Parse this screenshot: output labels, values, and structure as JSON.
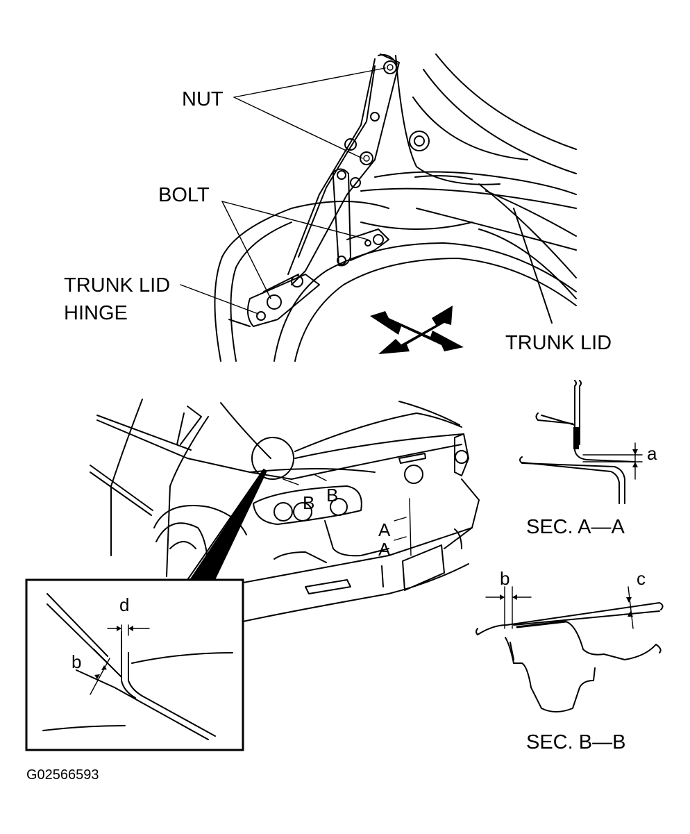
{
  "labels": {
    "nut": "NUT",
    "bolt": "BOLT",
    "trunk_lid_hinge_line1": "TRUNK LID",
    "trunk_lid_hinge_line2": "HINGE",
    "trunk_lid": "TRUNK LID",
    "sec_aa": "SEC. A—A",
    "sec_bb": "SEC. B—B",
    "gap_a": "a",
    "gap_b": "b",
    "gap_c": "c",
    "gap_d": "d",
    "marker_b": "B",
    "marker_a": "A",
    "figure_code": "G02566593"
  }
}
